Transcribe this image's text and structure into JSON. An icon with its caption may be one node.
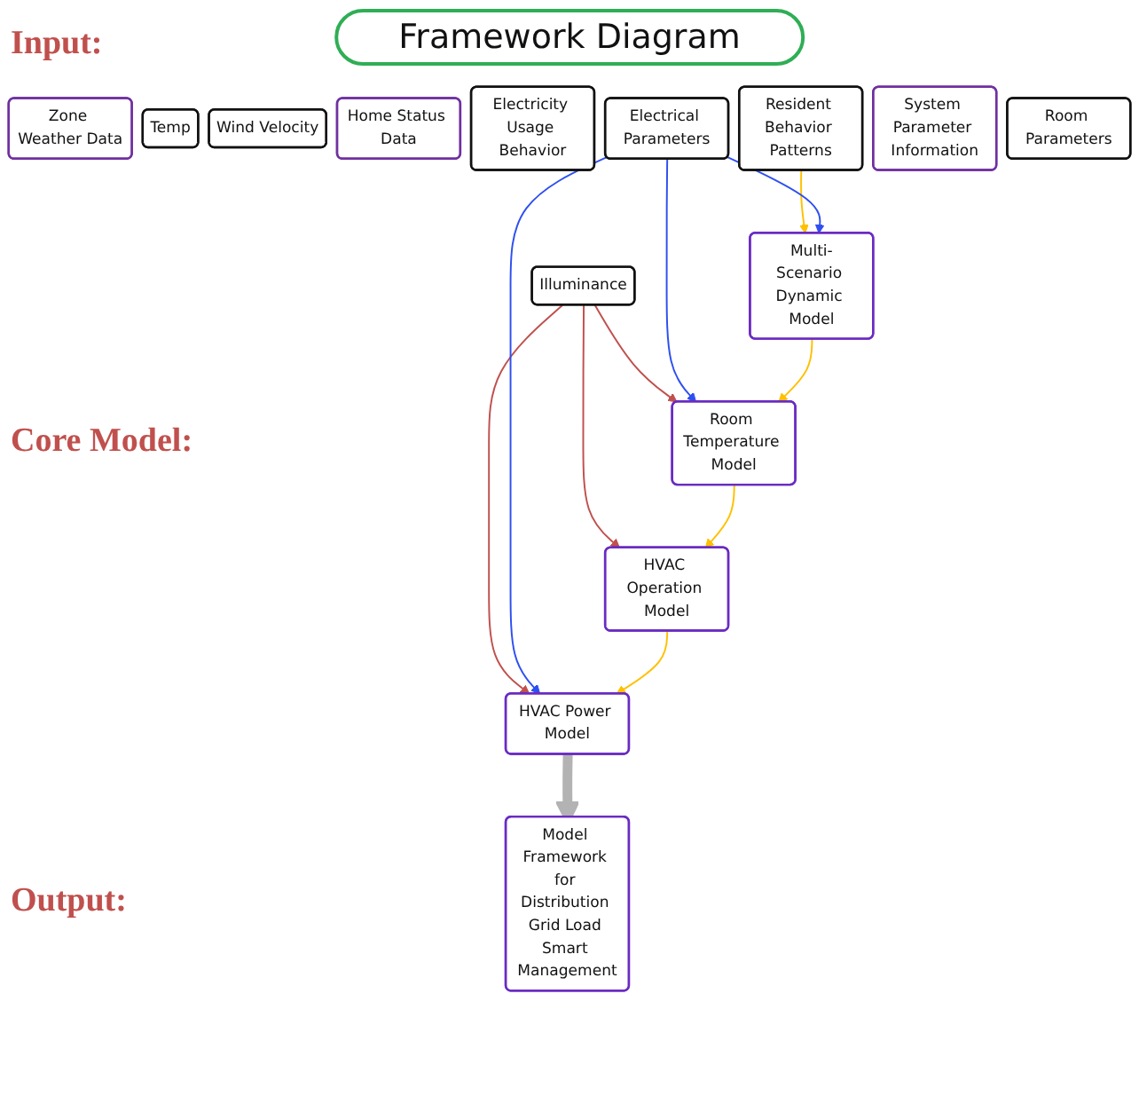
{
  "diagram": {
    "title": "Framework Diagram",
    "nodes": [
      {
        "text": [
          "Zone Weather Data"
        ]
      },
      {
        "text": [
          "Temp"
        ]
      },
      {
        "text": [
          "Wind Velocity"
        ]
      },
      {
        "text": [
          "Illuminance"
        ]
      },
      {
        "text": [
          "Home Status Data"
        ]
      },
      {
        "text": [
          "Resident Behavior Patterns"
        ]
      },
      {
        "text": [
          "Electricity Usage Behavior"
        ]
      },
      {
        "text": [
          "System Parameter Information"
        ]
      },
      {
        "text": [
          "Electrical Parameters"
        ]
      },
      {
        "text": [
          "Room Parameters"
        ]
      },
      {
        "text": [
          "Multi-Scenario Dynamic Model"
        ]
      },
      {
        "text": [
          "Room Temperature Model"
        ]
      },
      {
        "text": [
          "HVAC Operation Model"
        ]
      },
      {
        "text": [
          "HVAC Power Model"
        ]
      },
      {
        "text": [
          "Model Framework for Distribution Grid Load Smart Management"
        ]
      }
    ],
    "edges": [
      {
        "from": 3,
        "to": 11,
        "arrow": "to",
        "color": "#c0504d"
      },
      {
        "from": 3,
        "to": 12,
        "arrow": "to",
        "color": "#c0504d"
      },
      {
        "from": 3,
        "to": 13,
        "arrow": "to",
        "color": "#c0504d"
      },
      {
        "from": 5,
        "to": 10,
        "arrow": "to",
        "color": "#ffc000"
      },
      {
        "from": 8,
        "to": 10,
        "arrow": "to",
        "color": "#2e4ff0"
      },
      {
        "from": 8,
        "to": 11,
        "arrow": "to",
        "color": "#2e4ff0"
      },
      {
        "from": 8,
        "to": 13,
        "arrow": "to",
        "color": "#2e4ff0"
      },
      {
        "from": 10,
        "to": 11,
        "arrow": "to",
        "color": "#ffc000"
      },
      {
        "from": 11,
        "to": 12,
        "arrow": "to",
        "color": "#ffc000"
      },
      {
        "from": 12,
        "to": 13,
        "arrow": "to",
        "color": "#ffc000"
      },
      {
        "from": 13,
        "to": 14,
        "arrow": "to",
        "style": "thick",
        "color": "#b3b3b3"
      }
    ],
    "labels": [
      "Input:",
      "Core Model:",
      "Output:"
    ]
  }
}
